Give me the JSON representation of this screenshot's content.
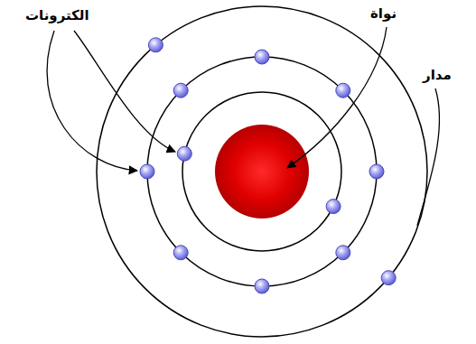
{
  "diagram": {
    "labels": [
      "الكترونات",
      "نواة",
      "مدار"
    ]
  }
}
